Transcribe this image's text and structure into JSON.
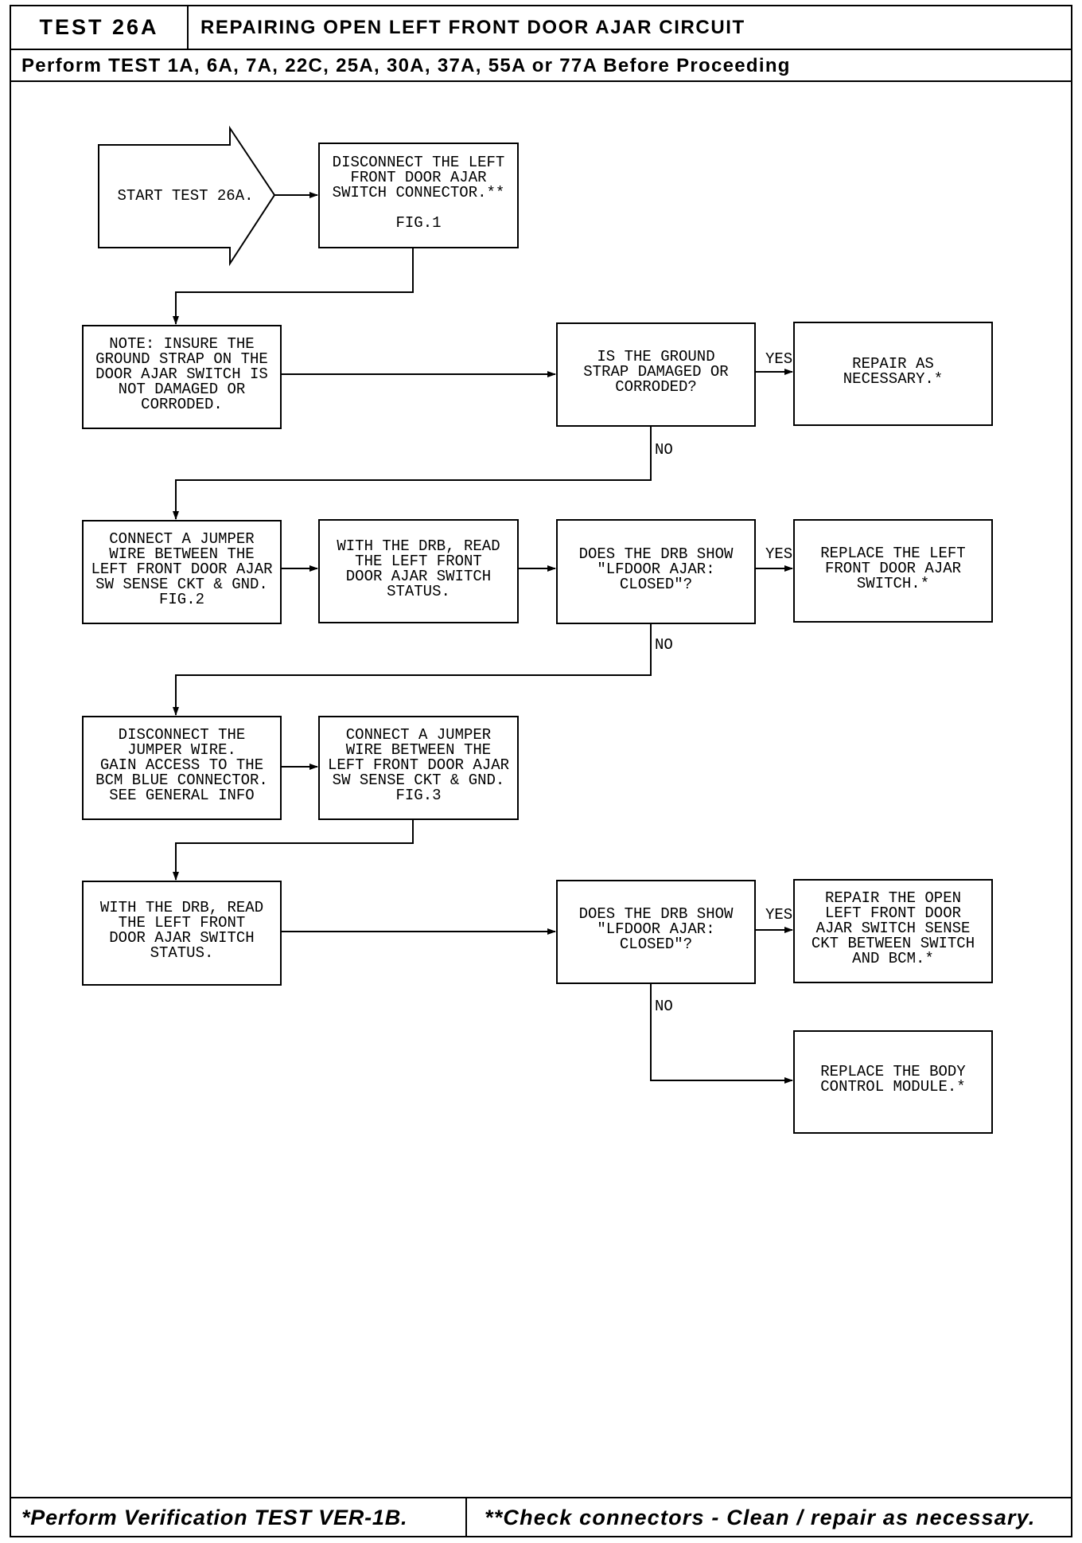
{
  "header": {
    "test_id": "TEST 26A",
    "title": "REPAIRING OPEN LEFT FRONT DOOR AJAR CIRCUIT",
    "prerequisite": "Perform TEST 1A, 6A, 7A, 22C, 25A, 30A, 37A, 55A or 77A Before Proceeding"
  },
  "flowchart": {
    "start": "START TEST 26A.",
    "boxes": {
      "disconnect_switch": "DISCONNECT THE LEFT\nFRONT DOOR AJAR\nSWITCH CONNECTOR.**\n\nFIG.1",
      "note_ground_strap": "NOTE: INSURE THE\nGROUND STRAP ON THE\nDOOR AJAR SWITCH IS\nNOT DAMAGED OR\nCORRODED.",
      "q_ground_strap": "IS THE GROUND\nSTRAP DAMAGED OR\nCORRODED?",
      "repair_as_necessary": "REPAIR AS\nNECESSARY.*",
      "connect_jumper_1": "CONNECT A JUMPER\nWIRE BETWEEN THE\nLEFT FRONT DOOR AJAR\nSW SENSE CKT & GND.\nFIG.2",
      "read_status_1": "WITH THE DRB, READ\nTHE LEFT FRONT\nDOOR AJAR SWITCH\nSTATUS.",
      "q_closed_1": "DOES THE DRB SHOW\n\"LFDOOR AJAR:\nCLOSED\"?",
      "replace_switch": "REPLACE THE LEFT\nFRONT DOOR AJAR\nSWITCH.*",
      "disconnect_jumper": "DISCONNECT THE\nJUMPER WIRE.\nGAIN ACCESS TO THE\nBCM BLUE CONNECTOR.\nSEE GENERAL INFO",
      "connect_jumper_2": "CONNECT A JUMPER\nWIRE BETWEEN THE\nLEFT FRONT DOOR AJAR\nSW SENSE CKT & GND.\nFIG.3",
      "read_status_2": "WITH THE DRB, READ\nTHE LEFT FRONT\nDOOR AJAR SWITCH\nSTATUS.",
      "q_closed_2": "DOES THE DRB SHOW\n\"LFDOOR AJAR:\nCLOSED\"?",
      "repair_open_ckt": "REPAIR THE OPEN\nLEFT FRONT DOOR\nAJAR SWITCH SENSE\nCKT BETWEEN SWITCH\nAND BCM.*",
      "replace_bcm": "REPLACE THE BODY\nCONTROL MODULE.*"
    },
    "branch_labels": {
      "yes": "YES",
      "no": "NO"
    }
  },
  "footer": {
    "left": "*Perform Verification TEST VER-1B.",
    "right": "**Check connectors - Clean / repair as necessary."
  },
  "colors": {
    "ink": "#000000",
    "paper": "#ffffff"
  }
}
